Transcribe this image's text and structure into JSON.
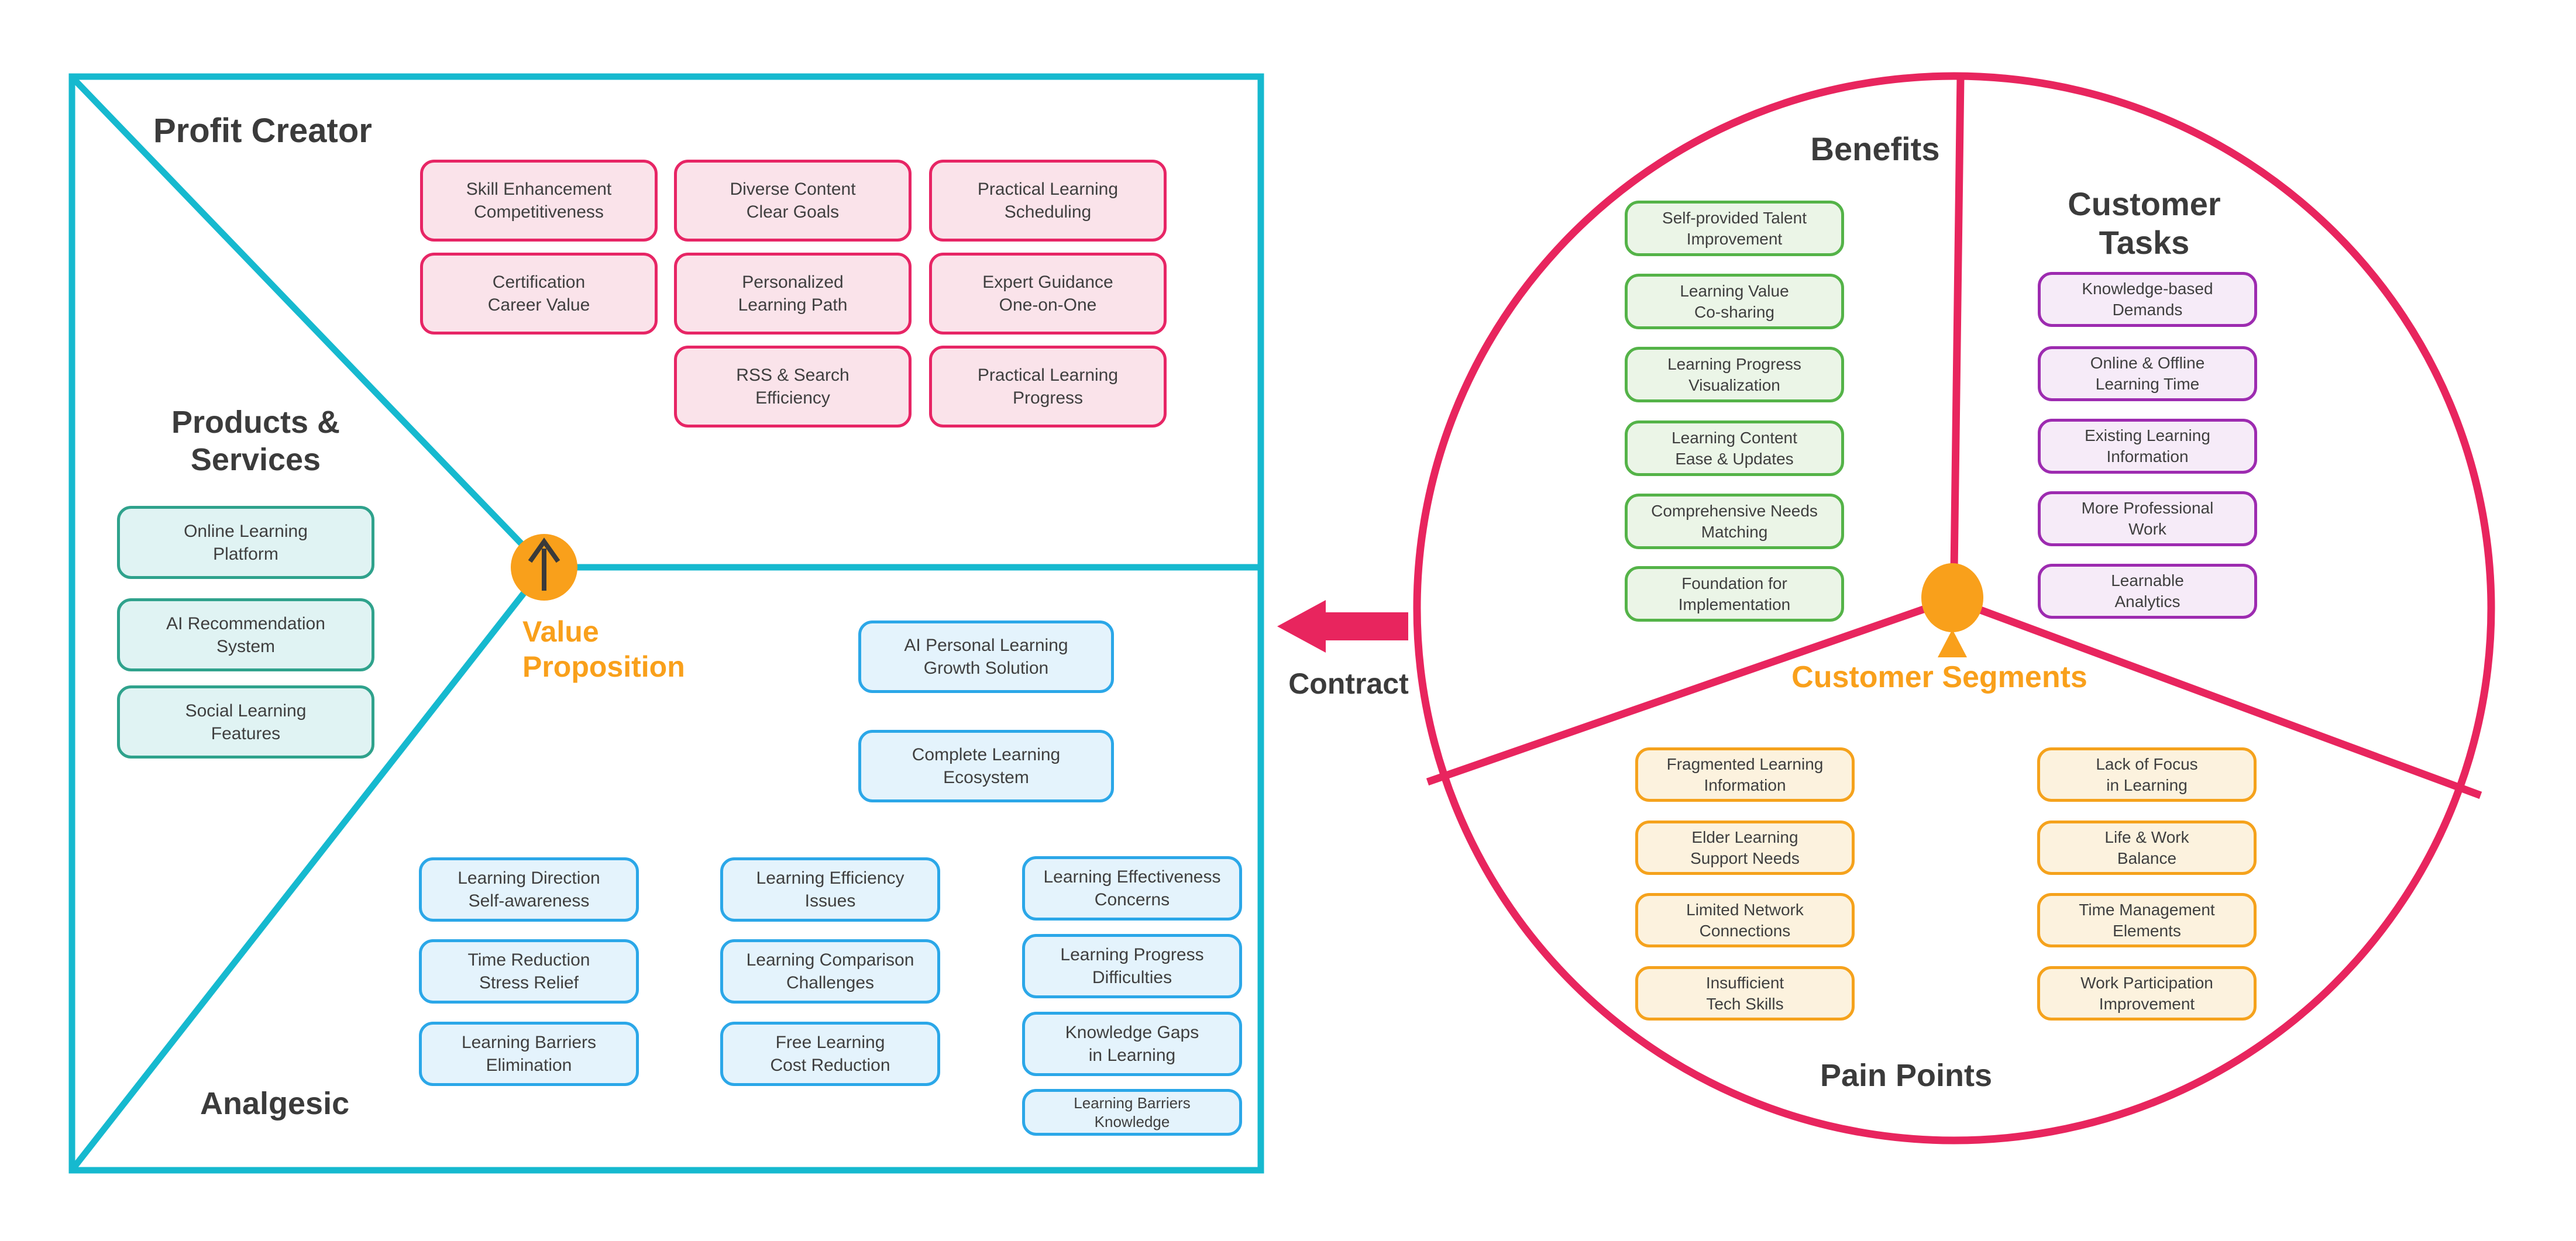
{
  "colors": {
    "square_border": "#16B9CF",
    "circle_border": "#E8255E",
    "accent_orange": "#F9A01B",
    "gain_fill": "#FAE3EA",
    "gain_border": "#E72565",
    "product_fill": "#E0F3F3",
    "product_border": "#2FA28C",
    "solution_fill": "#E4F3FC",
    "solution_border": "#2BA7E8",
    "benefit_fill": "#EBF5E7",
    "benefit_border": "#54B348",
    "task_fill": "#F6EBF8",
    "task_border": "#9D2BB0",
    "pain_fill": "#FCF2DE",
    "pain_border": "#F5A21C",
    "title_text": "#3B3B3B"
  },
  "titles": {
    "profit_creator": "Profit Creator",
    "products_services": "Products &\nServices",
    "analgesic": "Analgesic",
    "value_proposition": "Value\nProposition",
    "contract": "Contract",
    "benefits": "Benefits",
    "customer_tasks": "Customer\nTasks",
    "customer_segments": "Customer Segments",
    "pain_points": "Pain Points"
  },
  "left_canvas": {
    "profit_creator": {
      "col1": [
        "Skill Enhancement\nCompetitiveness",
        "Certification\nCareer Value"
      ],
      "col2": [
        "Diverse Content\nClear Goals",
        "Personalized\nLearning Path",
        "RSS & Search\nEfficiency"
      ],
      "col3": [
        "Practical Learning\nScheduling",
        "Expert Guidance\nOne-on-One",
        "Practical Learning\nProgress"
      ]
    },
    "products_services": [
      "Online Learning\nPlatform",
      "AI Recommendation\nSystem",
      "Social Learning\nFeatures"
    ],
    "value_proposition_solutions": [
      "AI Personal Learning\nGrowth Solution",
      "Complete Learning\nEcosystem"
    ],
    "analgesic": {
      "col1": [
        "Learning Direction\nSelf-awareness",
        "Time Reduction\nStress Relief",
        "Learning Barriers\nElimination"
      ],
      "col2": [
        "Learning Efficiency\nIssues",
        "Learning Comparison\nChallenges",
        "Free Learning\nCost Reduction"
      ],
      "col3": [
        "Learning Effectiveness\nConcerns",
        "Learning Progress\nDifficulties",
        "Knowledge Gaps\nin Learning",
        "Learning Barriers\nKnowledge"
      ]
    }
  },
  "right_canvas": {
    "benefits": [
      "Self-provided Talent\nImprovement",
      "Learning Value\nCo-sharing",
      "Learning Progress\nVisualization",
      "Learning Content\nEase & Updates",
      "Comprehensive Needs\nMatching",
      "Foundation for\nImplementation"
    ],
    "customer_tasks": [
      "Knowledge-based\nDemands",
      "Online & Offline\nLearning Time",
      "Existing Learning\nInformation",
      "More Professional\nWork",
      "Learnable\nAnalytics"
    ],
    "pain_points_left": [
      "Fragmented Learning\nInformation",
      "Elder Learning\nSupport Needs",
      "Limited Network\nConnections",
      "Insufficient\nTech Skills"
    ],
    "pain_points_right": [
      "Lack of Focus\nin Learning",
      "Life & Work\nBalance",
      "Time Management\nElements",
      "Work Participation\nImprovement"
    ]
  },
  "icons": {
    "value_proposition_marker": "up-arrow-icon",
    "customer_segments_marker": "up-triangle-icon",
    "contract_arrow": "left-block-arrow-icon"
  }
}
